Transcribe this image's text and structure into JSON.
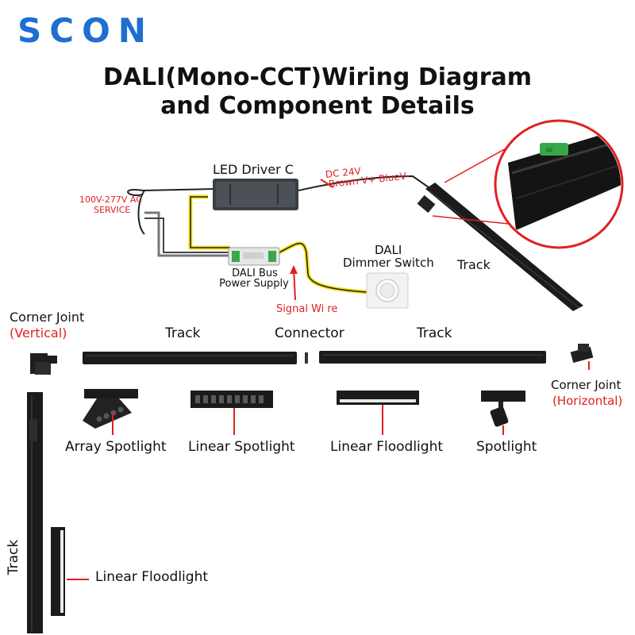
{
  "brand": {
    "logo": "SCON",
    "color": "#1e6fd0"
  },
  "title": {
    "line1": "DALI(Mono-CCT)Wiring Diagram",
    "line2": "and Component Details"
  },
  "wiring": {
    "led_driver": "LED Driver C",
    "ac_service_line1": "100V-277V AC",
    "ac_service_line2": "SERVICE",
    "dc_line1": "DC 24V",
    "dc_line2": "Brown V+ BlueV-",
    "bus_line1": "DALI Bus",
    "bus_line2": "Power Supply",
    "dimmer_line1": "DALI",
    "dimmer_line2": "Dimmer Switch",
    "signal_wire": "Signal Wi re",
    "track_diag": "Track"
  },
  "components": {
    "corner_vertical": "Corner Joint",
    "corner_vertical_sub": "(Vertical)",
    "track_left": "Track",
    "connector": "Connector",
    "track_right": "Track",
    "corner_horizontal": "Corner Joint",
    "corner_horizontal_sub": "(Horizontal)",
    "array_spotlight": "Array Spotlight",
    "linear_spotlight": "Linear Spotlight",
    "linear_floodlight": "Linear Floodlight",
    "spotlight": "Spotlight",
    "track_vertical": "Track",
    "linear_floodlight_vertical": "Linear Floodlight"
  },
  "colors": {
    "accent_red": "#e02020",
    "wire_yellow": "#f2df1a",
    "product_black": "#1b1b1b"
  }
}
